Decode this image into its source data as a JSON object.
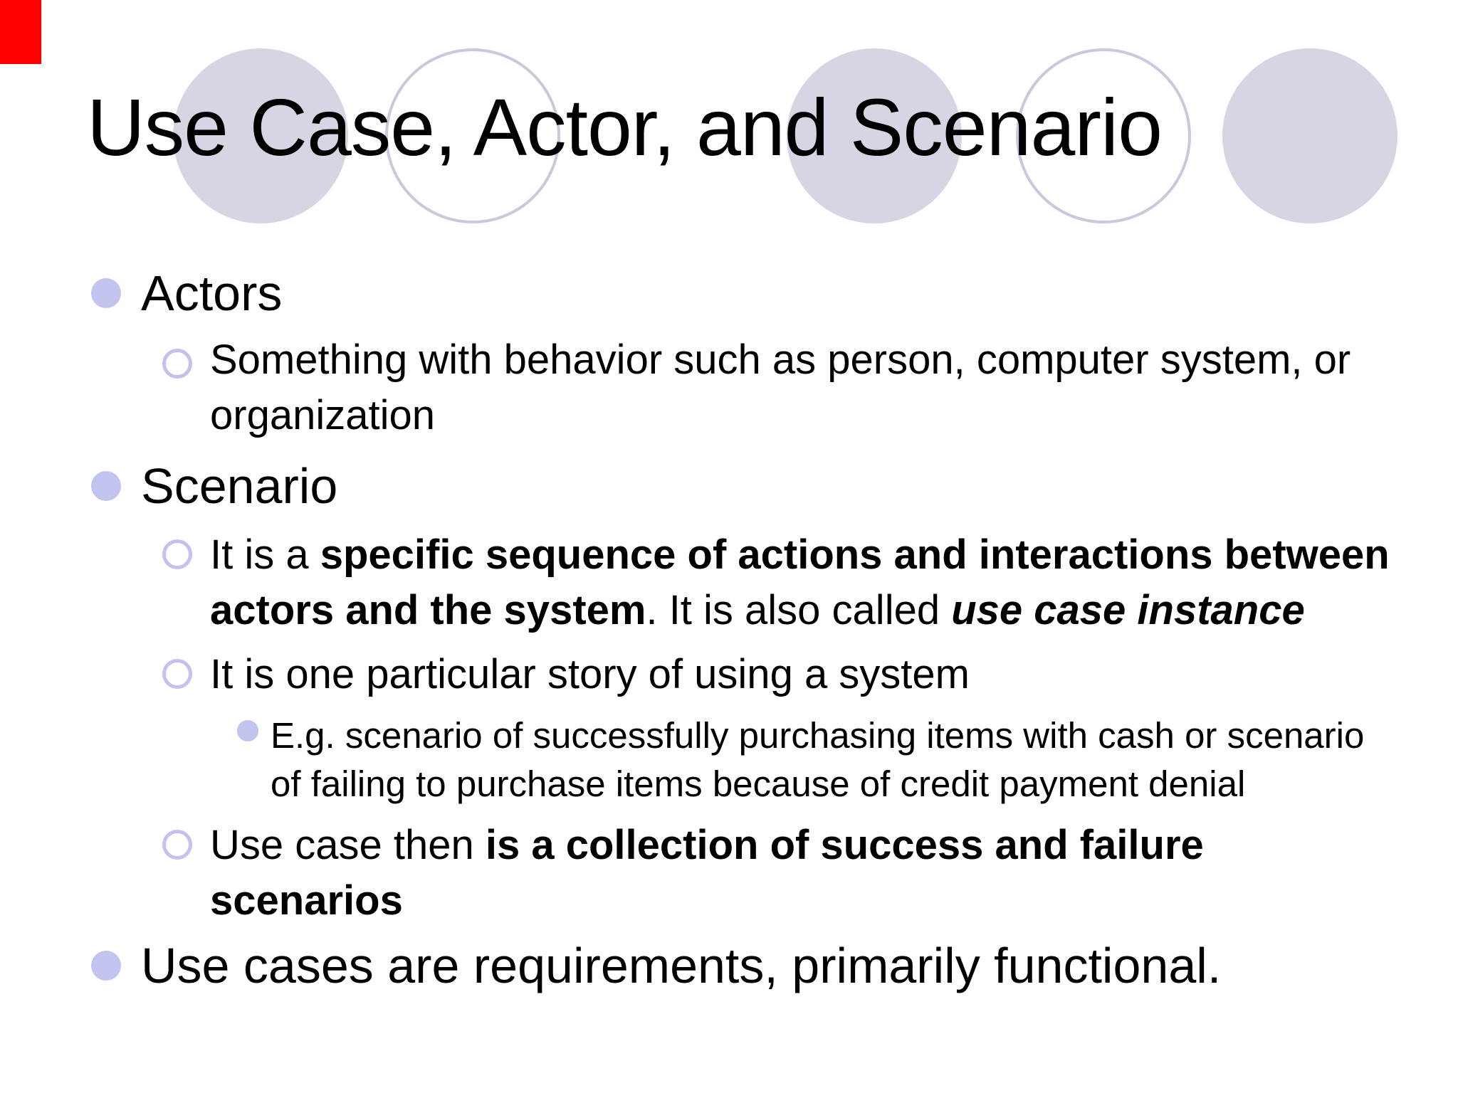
{
  "slide": {
    "title": "Use Case, Actor, and Scenario",
    "bullets": [
      {
        "level": 1,
        "segments": [
          {
            "text": "Actors"
          }
        ]
      },
      {
        "level": 2,
        "segments": [
          {
            "text": "Something with behavior such as person, computer system, or organization"
          }
        ]
      },
      {
        "level": 1,
        "segments": [
          {
            "text": "Scenario"
          }
        ]
      },
      {
        "level": 2,
        "segments": [
          {
            "text": "It is a "
          },
          {
            "text": "specific sequence of actions and interactions between actors and the system",
            "bold": true
          },
          {
            "text": ". It is also called "
          },
          {
            "text": "use case instance",
            "bold": true,
            "italic": true
          }
        ]
      },
      {
        "level": 2,
        "segments": [
          {
            "text": "It is one particular story of using a system"
          }
        ]
      },
      {
        "level": 3,
        "segments": [
          {
            "text": "E.g. scenario of successfully purchasing items with cash or scenario of failing to purchase items because of credit payment denial"
          }
        ]
      },
      {
        "level": 2,
        "segments": [
          {
            "text": "Use case then "
          },
          {
            "text": "is a collection of success and failure scenarios",
            "bold": true
          }
        ]
      },
      {
        "level": 1,
        "segments": [
          {
            "text": "Use cases are requirements, primarily functional."
          }
        ]
      }
    ]
  },
  "colors": {
    "background": "#ffffff",
    "text": "#000000",
    "bullet_fill": "#c3c3f0",
    "bullet_ring": "#c2c2ec",
    "circle_fill": "#d5d5e4",
    "circle_ring": "#c9c9dc",
    "red_marker": "#fe0000"
  }
}
